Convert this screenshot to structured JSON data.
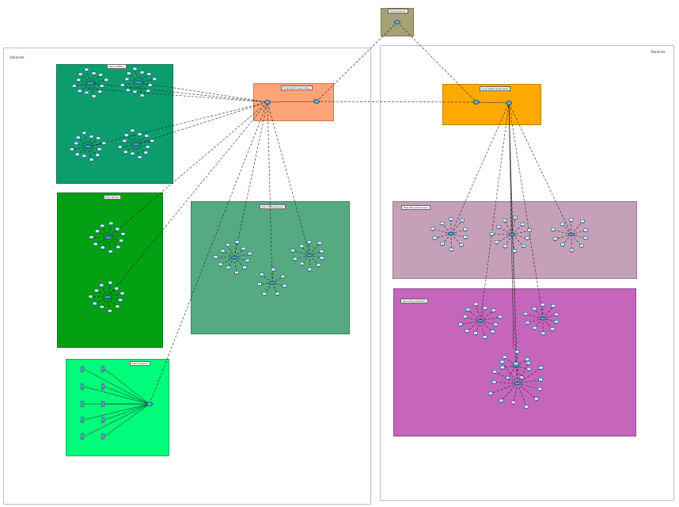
{
  "areas": {
    "left": {
      "label": "Ваrlands"
    },
    "right": {
      "label": "Ваrlands"
    }
  },
  "zones": {
    "internet": {
      "label": "Internet-server",
      "color": "#a6a276"
    },
    "core_left": {
      "label": "Core-Switch-Sewer-West",
      "color": "#ffa479"
    },
    "core_right": {
      "label": "Core-Switch-Sewer-East",
      "color": "#ffaa00"
    },
    "floor_a": {
      "label": "Floor-A-Office",
      "color": "#0b9e6c"
    },
    "floor_b": {
      "label": "Floor-B-Lab",
      "color": "#00a012"
    },
    "floor_c": {
      "label": "Floor-C-Server",
      "color": "#00fc79"
    },
    "floor_d": {
      "label": "Floor-D-Department",
      "color": "#56aa82"
    },
    "east_1": {
      "label": "East-Wing-Department",
      "color": "#c6a0b8"
    },
    "east_2": {
      "label": "East-Wing-Laboratory",
      "color": "#c466bb"
    }
  },
  "colors": {
    "link": "#222222",
    "switch": "#2a7fb8",
    "pc": "#3d8fc9",
    "server": "#6a7ec0"
  },
  "icons": {
    "router": "router-icon",
    "switch": "switch-icon",
    "pc": "pc-icon",
    "server": "server-icon"
  }
}
